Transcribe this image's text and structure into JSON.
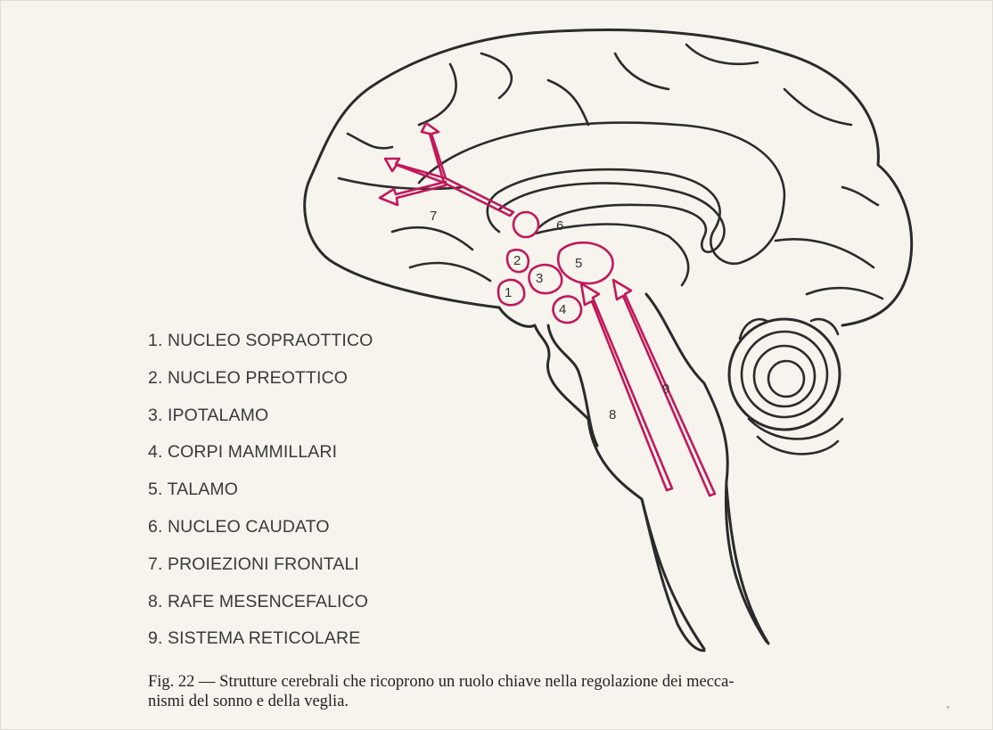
{
  "structure_numbers": [
    "1",
    "2",
    "3",
    "4",
    "5",
    "6",
    "7",
    "8",
    "9"
  ],
  "legend": [
    "1. NUCLEO SOPRAOTTICO",
    "2. NUCLEO PREOTTICO",
    "3. IPOTALAMO",
    "4. CORPI MAMMILLARI",
    "5. TALAMO",
    "6. NUCLEO CAUDATO",
    "7. PROIEZIONI FRONTALI",
    "8. RAFE MESENCEFALICO",
    "9. SISTEMA RETICOLARE"
  ],
  "caption": {
    "line1": "Fig. 22 — Strutture cerebrali che ricoprono un ruolo chiave nella regolazione dei mecca-",
    "line2": "nismi del sonno e della veglia."
  },
  "colors": {
    "background": "#f7f4ee",
    "outline": "#2b2b2b",
    "highlight": "#c2185b"
  }
}
